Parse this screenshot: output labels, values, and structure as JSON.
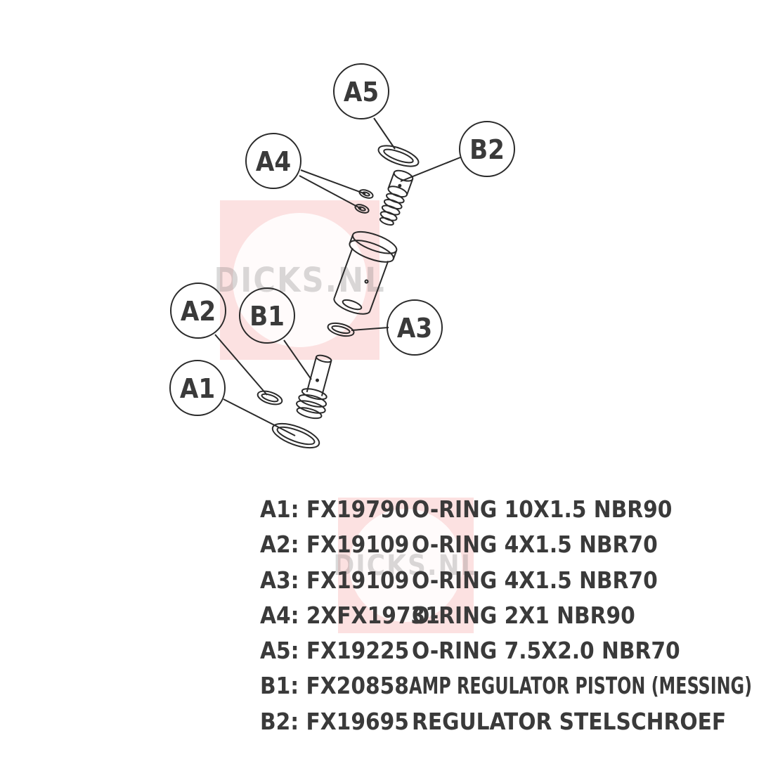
{
  "watermark": {
    "text": "DICKS.NL"
  },
  "callouts": {
    "a5": "A5",
    "b2": "B2",
    "a4": "A4",
    "a2": "A2",
    "b1": "B1",
    "a3": "A3",
    "a1": "A1"
  },
  "parts": [
    {
      "code": "A1: FX19790",
      "desc": "O-RING  10X1.5 NBR90"
    },
    {
      "code": "A2: FX19109",
      "desc": "O-RING  4X1.5 NBR70"
    },
    {
      "code": "A3: FX19109",
      "desc": "O-RING  4X1.5 NBR70"
    },
    {
      "code": "A4: 2XFX19731",
      "desc": "O-RING  2X1 NBR90"
    },
    {
      "code": "A5: FX19225",
      "desc": "O-RING  7.5X2.0 NBR70"
    },
    {
      "code": "B1: FX20858",
      "desc": "AMP REGULATOR PISTON (MESSING)"
    },
    {
      "code": "B2: FX19695",
      "desc": "REGULATOR STELSCHROEF"
    }
  ]
}
